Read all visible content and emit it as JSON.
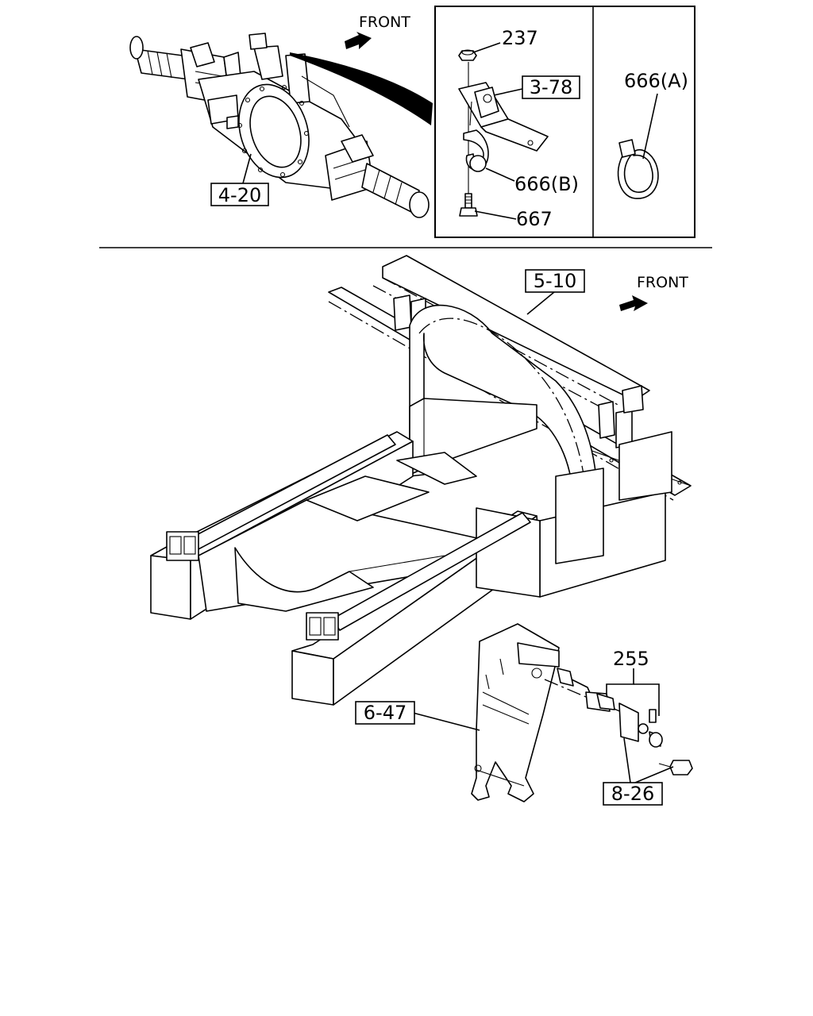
{
  "callouts": {
    "axle_ref": "4-20",
    "nut": "237",
    "bracket_ref": "3-78",
    "band_b": "666(B)",
    "bolt": "667",
    "band_a": "666(A)",
    "crossmember_ref": "5-10",
    "sensor": "255",
    "mount_ref": "6-47",
    "fastener_ref": "8-26"
  },
  "direction": {
    "top": "FRONT",
    "main": "FRONT"
  }
}
